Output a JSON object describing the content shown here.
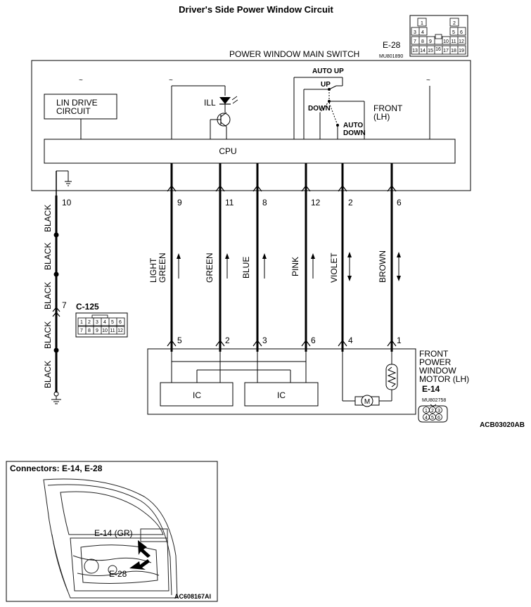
{
  "title": "Driver's Side Power Window Circuit",
  "main_switch": {
    "connector": "E-28",
    "part_no": "MU801890",
    "name": "POWER WINDOW MAIN SWITCH",
    "lin_line1": "LIN DRIVE",
    "lin_line2": "CIRCUIT",
    "ill": "ILL",
    "cpu": "CPU",
    "auto_up": "AUTO UP",
    "up": "UP",
    "down": "DOWN",
    "auto": "AUTO",
    "auto_down": "DOWN",
    "front": "FRONT",
    "lh": "(LH)"
  },
  "e28_pins": {
    "row1": [
      "1",
      "2"
    ],
    "row2": [
      "3",
      "4",
      "5",
      "6"
    ],
    "row3": [
      "7",
      "8",
      "9",
      "10",
      "11",
      "12"
    ],
    "row4": [
      "13",
      "14",
      "15",
      "16",
      "17",
      "18",
      "19"
    ]
  },
  "wires": [
    {
      "top_pin": "10",
      "color": "BLACK"
    },
    {
      "top_pin": "9",
      "color1": "LIGHT",
      "color2": "GREEN",
      "bottom_pin": "5"
    },
    {
      "top_pin": "11",
      "color": "GREEN",
      "bottom_pin": "2"
    },
    {
      "top_pin": "8",
      "color": "BLUE",
      "bottom_pin": "3"
    },
    {
      "top_pin": "12",
      "color": "PINK",
      "bottom_pin": "6"
    },
    {
      "top_pin": "2",
      "color": "VIOLET",
      "bottom_pin": "4"
    },
    {
      "top_pin": "6",
      "color": "BROWN",
      "bottom_pin": "1"
    }
  ],
  "black_labels": [
    "BLACK",
    "BLACK",
    "BLACK",
    "BLACK",
    "BLACK"
  ],
  "c125": {
    "name": "C-125",
    "pin": "7",
    "row1": [
      "1",
      "2",
      "3",
      "4",
      "5",
      "6"
    ],
    "row2": [
      "7",
      "8",
      "9",
      "10",
      "11",
      "12"
    ]
  },
  "motor": {
    "line1": "FRONT",
    "line2": "POWER",
    "line3": "WINDOW",
    "line4": "MOTOR (LH)",
    "connector": "E-14",
    "part_no": "MU802758",
    "ic1": "IC",
    "ic2": "IC",
    "pins_row1": [
      "1",
      "2",
      "3"
    ],
    "pins_row2": [
      "4",
      "5",
      "6"
    ]
  },
  "diagram_code": "ACB03020AB",
  "locator": {
    "title": "Connectors: E-14, E-28",
    "e14_label": "E-14 (GR)",
    "e28_label": "E-28",
    "code": "AC608167AI"
  }
}
